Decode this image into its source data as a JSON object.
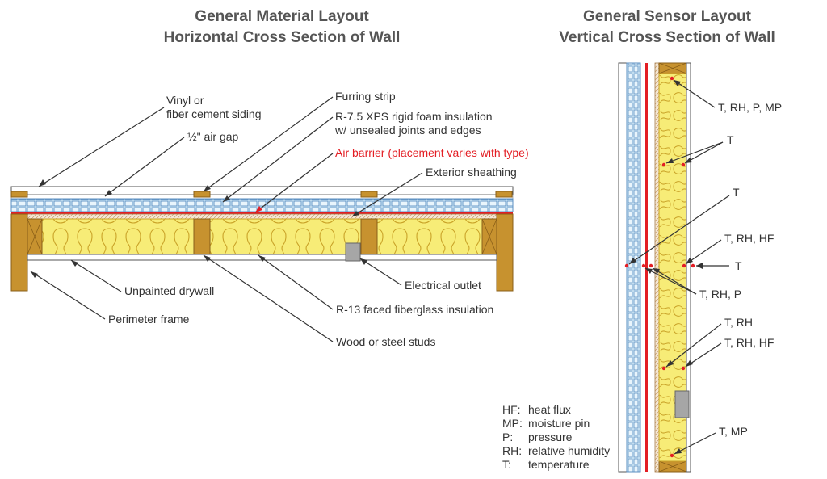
{
  "left": {
    "title_line1": "General Material Layout",
    "title_line2": "Horizontal Cross Section of Wall",
    "labels": {
      "siding_line1": "Vinyl or",
      "siding_line2": "fiber cement siding",
      "air_gap": "½\" air gap",
      "furring": "Furring strip",
      "xps_line1": "R-7.5 XPS rigid foam insulation",
      "xps_line2": "w/ unsealed joints and edges",
      "air_barrier": "Air barrier (placement varies with type)",
      "sheathing": "Exterior sheathing",
      "drywall": "Unpainted drywall",
      "outlet": "Electrical outlet",
      "frame": "Perimeter frame",
      "fiberglass": "R-13 faced fiberglass insulation",
      "studs": "Wood or steel studs"
    }
  },
  "right": {
    "title_line1": "General Sensor Layout",
    "title_line2": "Vertical Cross Section of Wall",
    "sensors": {
      "s1": "T, RH, P, MP",
      "s2": "T",
      "s3": "T",
      "s4": "T, RH, HF",
      "s5": "T",
      "s6": "T, RH, P",
      "s7": "T, RH",
      "s8": "T, RH, HF",
      "s9": "T, MP"
    },
    "legend": [
      {
        "key": "HF:",
        "value": "heat flux"
      },
      {
        "key": "MP:",
        "value": "moisture pin"
      },
      {
        "key": "P:",
        "value": "pressure"
      },
      {
        "key": "RH:",
        "value": "relative humidity"
      },
      {
        "key": "T:",
        "value": "temperature"
      }
    ]
  },
  "colors": {
    "insulation_yellow": "#f7ec77",
    "insulation_outline": "#c9a227",
    "wood": "#c7922f",
    "wood_dark": "#8a5f18",
    "foam_blue": "#cfe8f6",
    "foam_grid": "#5b8fc2",
    "air_barrier_red": "#e31e24",
    "outlet_gray": "#a6a6a6",
    "text": "#333333",
    "title": "#555555"
  }
}
